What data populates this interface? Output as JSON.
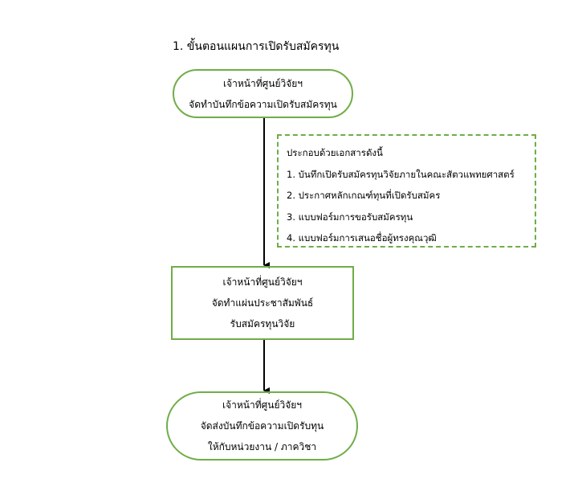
{
  "title": "1.  ขั้นตอนแผนการเปิดรับสมัครทุน",
  "steps": [
    {
      "lines": [
        "เจ้าหน้าที่ศูนย์วิจัยฯ",
        "จัดทำบันทึกข้อความเปิดรับสมัครทุน"
      ]
    },
    {
      "lines": [
        "เจ้าหน้าที่ศูนย์วิจัยฯ",
        "จัดทำแผ่นประชาสัมพันธ์",
        "รับสมัครทุนวิจัย"
      ]
    },
    {
      "lines": [
        "เจ้าหน้าที่ศูนย์วิจัยฯ",
        "จัดส่งบันทึกข้อความเปิดรับทุน",
        "ให้กับหน่วยงาน / ภาควิชา"
      ]
    }
  ],
  "note": {
    "heading": "ประกอบด้วยเอกสารดังนี้",
    "items": [
      "1. บันทึกเปิดรับสมัครทุนวิจัยภายในคณะสัตวแพทยศาสตร์",
      "2. ประกาศหลักเกณฑ์ทุนที่เปิดรับสมัคร",
      "3. แบบฟอร์มการขอรับสมัครทุน",
      "4. แบบฟอร์มการเสนอชื่อผู้ทรงคุณวุฒิ"
    ]
  },
  "colors": {
    "border": "#70ad47",
    "arrow": "#000000"
  }
}
